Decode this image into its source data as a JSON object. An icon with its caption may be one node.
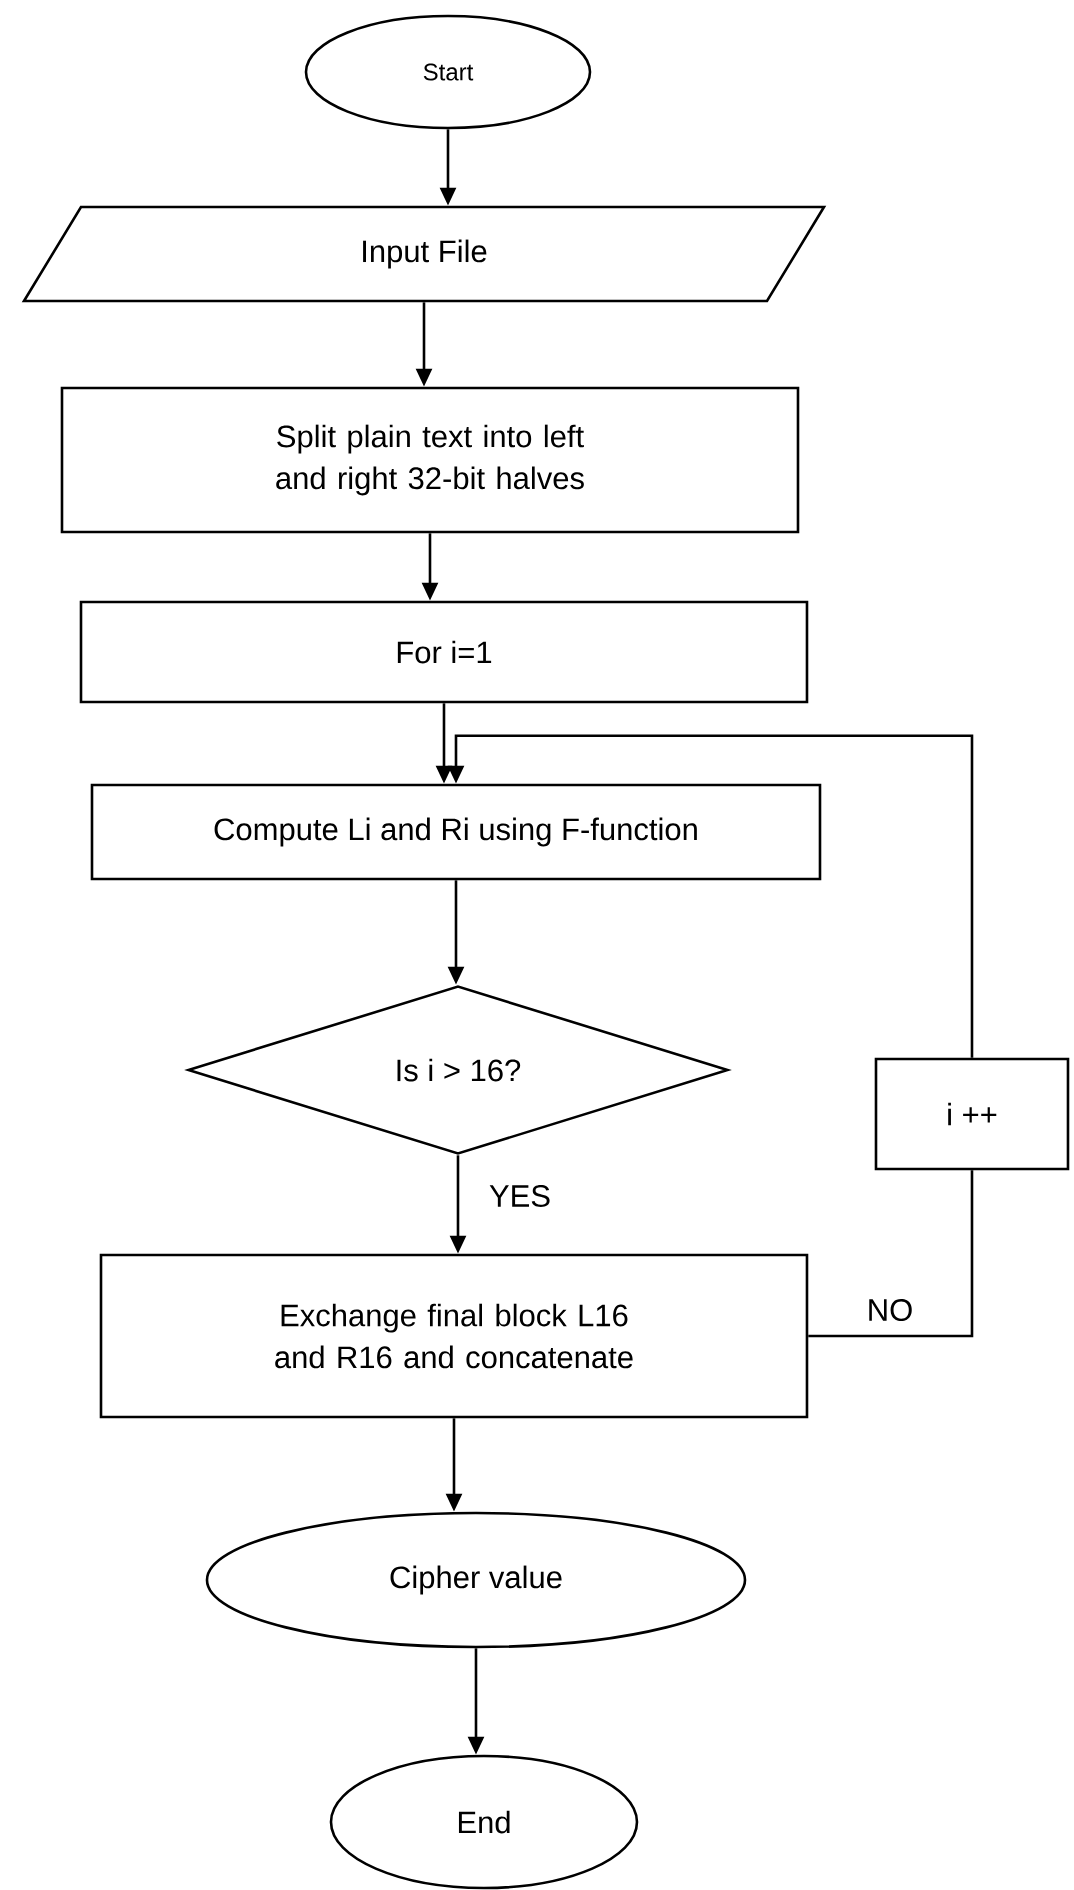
{
  "diagram": {
    "nodes": [
      {
        "text": [
          "Start"
        ]
      },
      {
        "text": [
          "Input File"
        ]
      },
      {
        "text": [
          "Split plain text into left and right 32-bit halves"
        ]
      },
      {
        "text": [
          "For i=1"
        ]
      },
      {
        "text": [
          "Compute Li and Ri using F-function"
        ]
      },
      {
        "text": [
          "Is  i > 16?"
        ]
      },
      {
        "text": [
          "Exchange final block L16 and R16 and concatenate"
        ]
      },
      {
        "text": [
          "i ++"
        ]
      },
      {
        "text": [
          "Cipher value"
        ]
      },
      {
        "text": [
          "End"
        ]
      }
    ],
    "edges": [
      {
        "from": 0,
        "to": 1,
        "arrow": "to"
      },
      {
        "from": 1,
        "to": 2,
        "arrow": "to"
      },
      {
        "from": 2,
        "to": 3,
        "arrow": "to"
      },
      {
        "from": 3,
        "to": 4,
        "arrow": "to"
      },
      {
        "from": 4,
        "to": 5,
        "arrow": "to"
      },
      {
        "from": 5,
        "to": 6,
        "arrow": "to",
        "label": "YES"
      },
      {
        "from": 6,
        "to": 7,
        "arrow": "none",
        "label": "NO"
      },
      {
        "from": 7,
        "to": 4,
        "arrow": "to"
      },
      {
        "from": 6,
        "to": 8,
        "arrow": "to"
      },
      {
        "from": 8,
        "to": 9,
        "arrow": "to"
      }
    ]
  }
}
